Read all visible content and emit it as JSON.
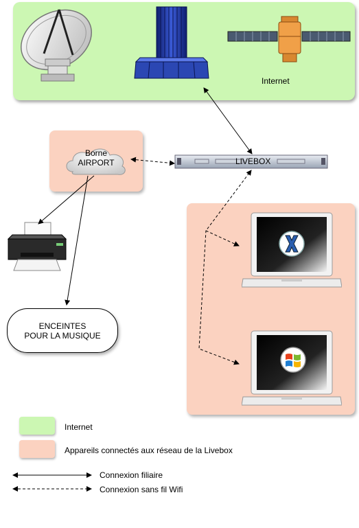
{
  "diagram": {
    "internet_label": "Internet",
    "airport_label_line1": "Borne",
    "airport_label_line2": "AIRPORT",
    "livebox_label": "LIVEBOX",
    "speakers_line1": "ENCEINTES",
    "speakers_line2": "POUR LA MUSIQUE",
    "icons": [
      "satellite-dish-icon",
      "supercomputer-icon",
      "satellite-icon",
      "cloud-icon",
      "router-icon",
      "printer-icon",
      "laptop-icon",
      "mac-os-x-icon",
      "windows-logo-icon"
    ]
  },
  "legend": {
    "internet": "Internet",
    "livebox_devices": "Appareils connectés aux réseau de la Livebox",
    "wired": "Connexion filiaire",
    "wifi": "Connexion sans fil Wifi"
  },
  "colors": {
    "internet_zone": "#ccf7b3",
    "livebox_zone": "#fbd2c0",
    "supercomputer": "#2b47b3",
    "satellite_body": "#f0a048"
  }
}
